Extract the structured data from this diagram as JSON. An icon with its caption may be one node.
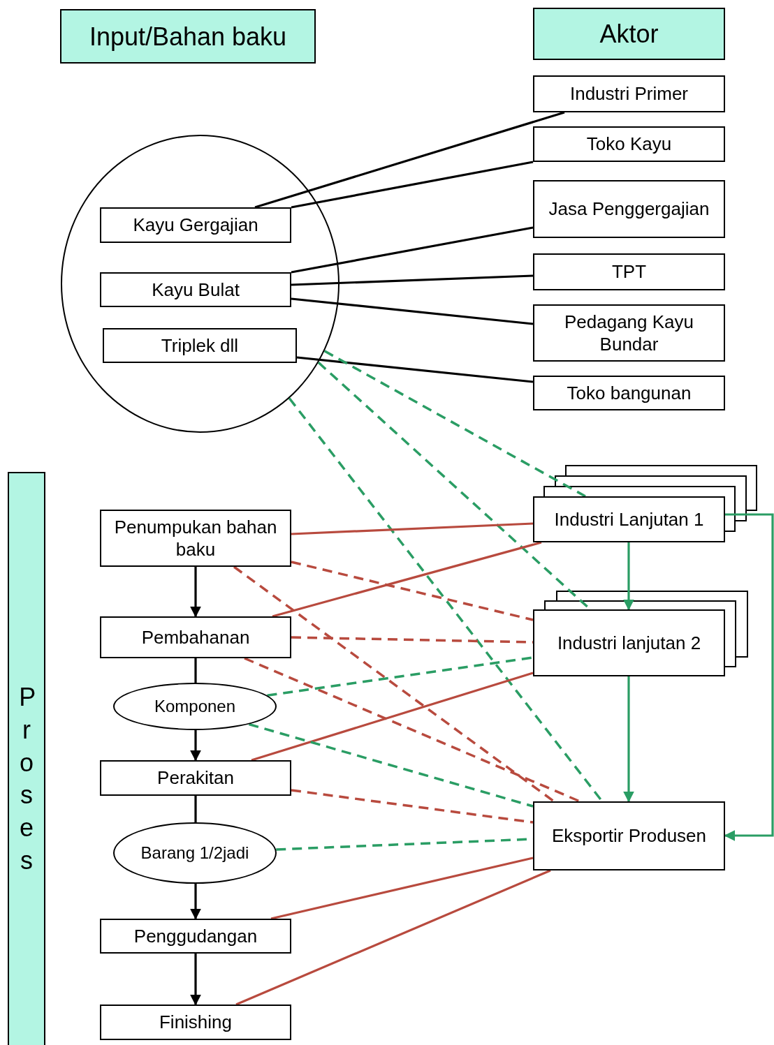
{
  "diagram": {
    "nodes": [
      {
        "text": [
          "Input/Bahan baku"
        ]
      },
      {
        "text": [
          "Aktor"
        ]
      },
      {
        "text": [
          "Industri Primer"
        ]
      },
      {
        "text": [
          "Toko Kayu"
        ]
      },
      {
        "text": [
          "Jasa Penggergajian"
        ]
      },
      {
        "text": [
          "TPT"
        ]
      },
      {
        "text": [
          "Pedagang Kayu Bundar"
        ]
      },
      {
        "text": [
          "Toko bangunan"
        ]
      },
      {
        "text": [],
        "shape": "circle"
      },
      {
        "text": [
          "Kayu Gergajian"
        ],
        "in": 8
      },
      {
        "text": [
          "Kayu Bulat"
        ],
        "in": 8
      },
      {
        "text": [
          "Triplek dll"
        ],
        "in": 8
      },
      {
        "text": [
          "Proses"
        ]
      },
      {
        "text": [
          "Industri Lanjutan 1"
        ]
      },
      {
        "text": [
          "Industri lanjutan 2"
        ]
      },
      {
        "text": [
          "Eksportir Produsen"
        ]
      },
      {
        "text": [
          "Penumpukan bahan baku"
        ]
      },
      {
        "text": [
          "Pembahanan"
        ]
      },
      {
        "text": [
          "Komponen"
        ]
      },
      {
        "text": [
          "Perakitan"
        ]
      },
      {
        "text": [
          "Barang 1/2jadi"
        ]
      },
      {
        "text": [
          "Penggudangan"
        ]
      },
      {
        "text": [
          "Finishing"
        ]
      }
    ],
    "edges": [
      {
        "from": 9,
        "to": 2,
        "arrow": "none"
      },
      {
        "from": 9,
        "to": 3,
        "arrow": "none"
      },
      {
        "from": 10,
        "to": 4,
        "arrow": "none"
      },
      {
        "from": 10,
        "to": 5,
        "arrow": "none"
      },
      {
        "from": 10,
        "to": 6,
        "arrow": "none"
      },
      {
        "from": 11,
        "to": 7,
        "arrow": "none"
      },
      {
        "from": 8,
        "to": 13,
        "arrow": "none",
        "style": "dashed",
        "color": "#2a9d64"
      },
      {
        "from": 8,
        "to": 14,
        "arrow": "none",
        "style": "dashed",
        "color": "#2a9d64"
      },
      {
        "from": 8,
        "to": 15,
        "arrow": "none",
        "style": "dashed",
        "color": "#2a9d64"
      },
      {
        "from": 13,
        "to": 14,
        "arrow": "to",
        "color": "#2a9d64"
      },
      {
        "from": 14,
        "to": 15,
        "arrow": "to",
        "color": "#2a9d64"
      },
      {
        "from": 13,
        "to": 15,
        "arrow": "to",
        "color": "#2a9d64"
      },
      {
        "from": 16,
        "to": 17,
        "arrow": "to"
      },
      {
        "from": 17,
        "to": 18,
        "arrow": "none"
      },
      {
        "from": 18,
        "to": 19,
        "arrow": "to"
      },
      {
        "from": 19,
        "to": 20,
        "arrow": "none"
      },
      {
        "from": 20,
        "to": 21,
        "arrow": "to"
      },
      {
        "from": 21,
        "to": 22,
        "arrow": "to"
      },
      {
        "from": 16,
        "to": 13,
        "arrow": "none",
        "color": "#b84a3e"
      },
      {
        "from": 17,
        "to": 13,
        "arrow": "none",
        "color": "#b84a3e"
      },
      {
        "from": 19,
        "to": 14,
        "arrow": "none",
        "color": "#b84a3e"
      },
      {
        "from": 21,
        "to": 15,
        "arrow": "none",
        "color": "#b84a3e"
      },
      {
        "from": 22,
        "to": 15,
        "arrow": "none",
        "color": "#b84a3e"
      },
      {
        "from": 16,
        "to": 14,
        "arrow": "none",
        "style": "dashed",
        "color": "#b84a3e"
      },
      {
        "from": 16,
        "to": 15,
        "arrow": "none",
        "style": "dashed",
        "color": "#b84a3e"
      },
      {
        "from": 17,
        "to": 14,
        "arrow": "none",
        "style": "dashed",
        "color": "#b84a3e"
      },
      {
        "from": 17,
        "to": 15,
        "arrow": "none",
        "style": "dashed",
        "color": "#b84a3e"
      },
      {
        "from": 19,
        "to": 15,
        "arrow": "none",
        "style": "dashed",
        "color": "#b84a3e"
      },
      {
        "from": 18,
        "to": 14,
        "arrow": "none",
        "style": "dashed",
        "color": "#2a9d64"
      },
      {
        "from": 18,
        "to": 15,
        "arrow": "none",
        "style": "dashed",
        "color": "#2a9d64"
      },
      {
        "from": 20,
        "to": 15,
        "arrow": "none",
        "style": "dashed",
        "color": "#2a9d64"
      }
    ]
  }
}
